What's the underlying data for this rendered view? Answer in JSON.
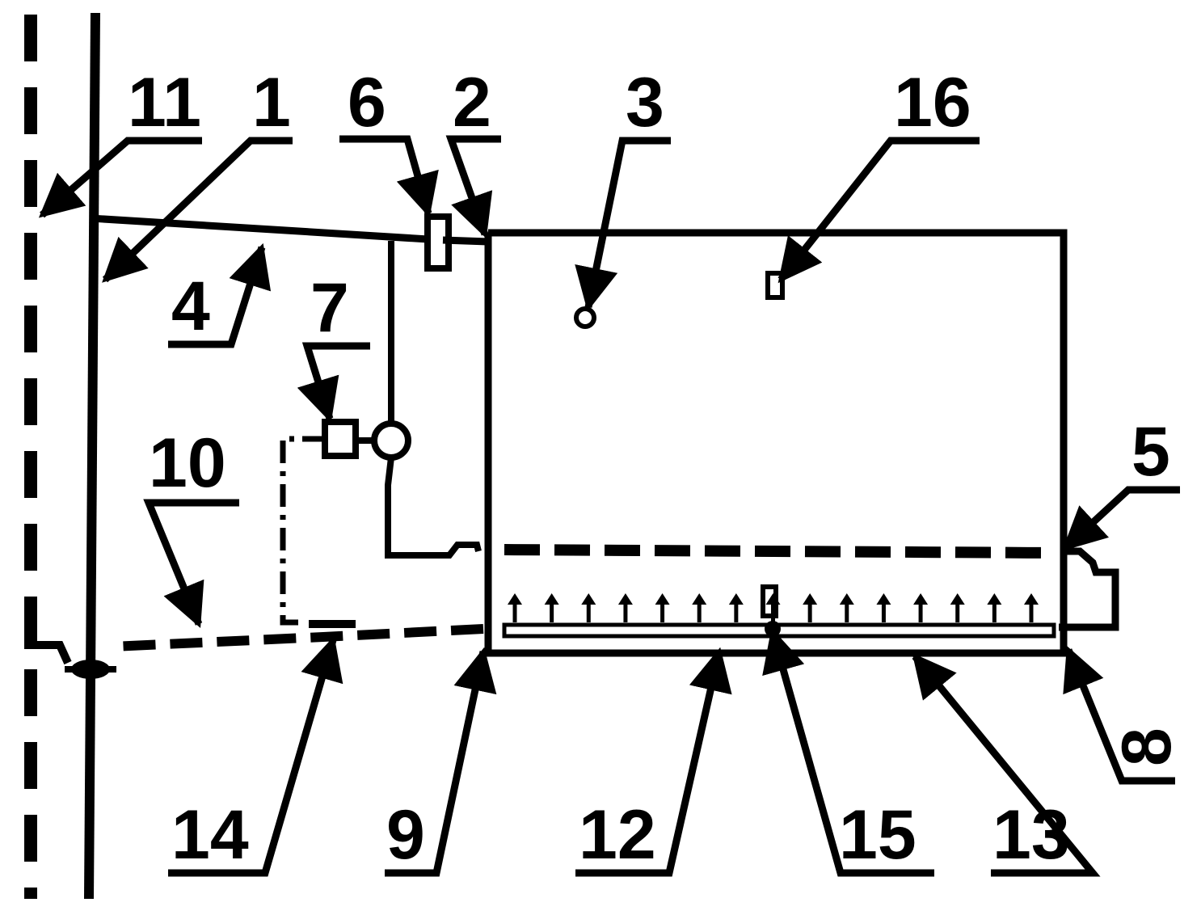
{
  "labels": {
    "l1": "1",
    "l2": "2",
    "l3": "3",
    "l4": "4",
    "l5": "5",
    "l6": "6",
    "l7": "7",
    "l8": "8",
    "l9": "9",
    "l10": "10",
    "l11": "11",
    "l12": "12",
    "l13": "13",
    "l14": "14",
    "l15": "15",
    "l16": "16"
  },
  "colors": {
    "ink": "#000000",
    "paper": "#ffffff"
  },
  "arrow_count": 15
}
